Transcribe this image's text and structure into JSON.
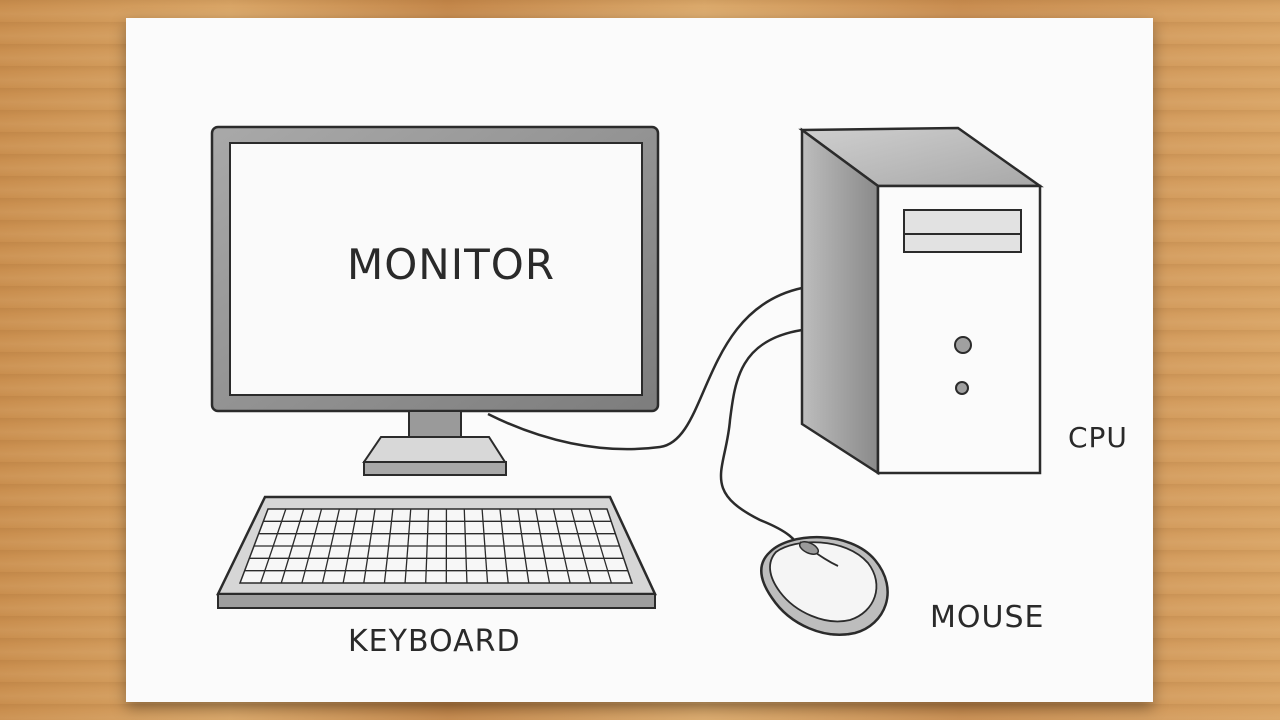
{
  "labels": {
    "monitor": "MONITOR",
    "cpu": "CPU",
    "mouse": "MOUSE",
    "keyboard": "KEYBOARD"
  },
  "colors": {
    "background_wood": "#d29a5c",
    "paper": "#fbfbfb",
    "ink": "#2a2a2a",
    "pencil_shade": "#8c8c8c"
  }
}
